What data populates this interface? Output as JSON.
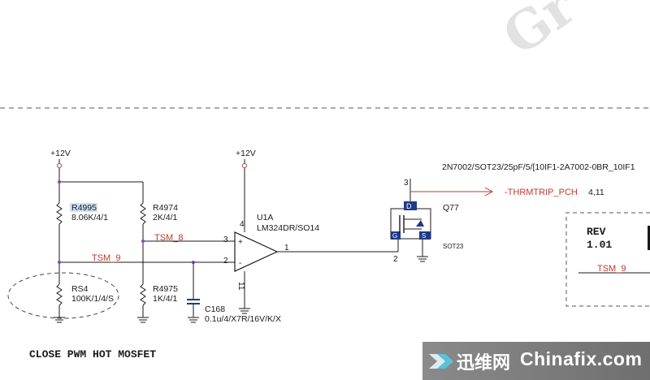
{
  "watermark_corner": "Gr",
  "supplies": {
    "left": "+12V",
    "center": "+12V"
  },
  "resistors": {
    "r4995": {
      "ref": "R4995",
      "value": "8.06K/4/1"
    },
    "r4974": {
      "ref": "R4974",
      "value": "2K/4/1"
    },
    "rs4": {
      "ref": "RS4",
      "value": "100K/1/4/S"
    },
    "r4975": {
      "ref": "R4975",
      "value": "1K/4/1"
    }
  },
  "capacitor": {
    "ref": "C168",
    "value": "0.1u/4/X7R/16V/K/X"
  },
  "opamp": {
    "ref": "U1A",
    "part": "LM324DR/SO14",
    "pin_plus": "3",
    "pin_minus": "2",
    "pin_out": "1",
    "pin_vcc": "4",
    "pin_gnd": "11",
    "sym_plus": "+",
    "sym_minus": "-"
  },
  "nets": {
    "tsm8": "TSM_8",
    "tsm9": "TSM_9",
    "tsm9_box": "TSM_9"
  },
  "mosfet": {
    "ref": "Q77",
    "package": "SOT23",
    "part": "2N7002/SOT23/25pF/5/[10IF1-2A7002-0BR_10IF1",
    "pin_d": "3",
    "pin_g": "2",
    "lbl_d": "D",
    "lbl_g": "G",
    "lbl_s": "S"
  },
  "output": {
    "net": "-THRMTRIP_PCH",
    "pages": "4,11"
  },
  "rev_box": {
    "label": "REV",
    "value": "1.01"
  },
  "caption": "CLOSE PWM HOT MOSFET",
  "site": {
    "cn": "迅维网",
    "en": "Chinafix.com"
  }
}
